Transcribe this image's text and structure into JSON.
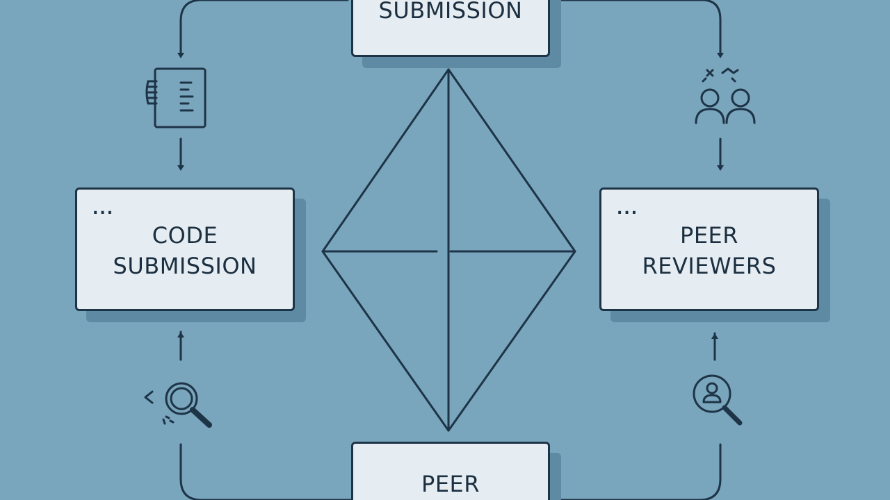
{
  "boxes": {
    "top": {
      "label": "SUBMISSION"
    },
    "left": {
      "dots": "...",
      "label": "CODE\nSUBMISSION"
    },
    "right": {
      "dots": "...",
      "label": "PEER\nREVIEWERS"
    },
    "bottom": {
      "label": "PEER"
    }
  },
  "icons": {
    "top_left": "document-icon",
    "top_right": "people-icon",
    "bottom_left": "code-search-icon",
    "bottom_right": "user-search-icon"
  },
  "colors": {
    "background": "#79a5bd",
    "stroke": "#1d3446",
    "box_fill": "#e6edf2",
    "box_shadow": "#5f8aa3"
  }
}
